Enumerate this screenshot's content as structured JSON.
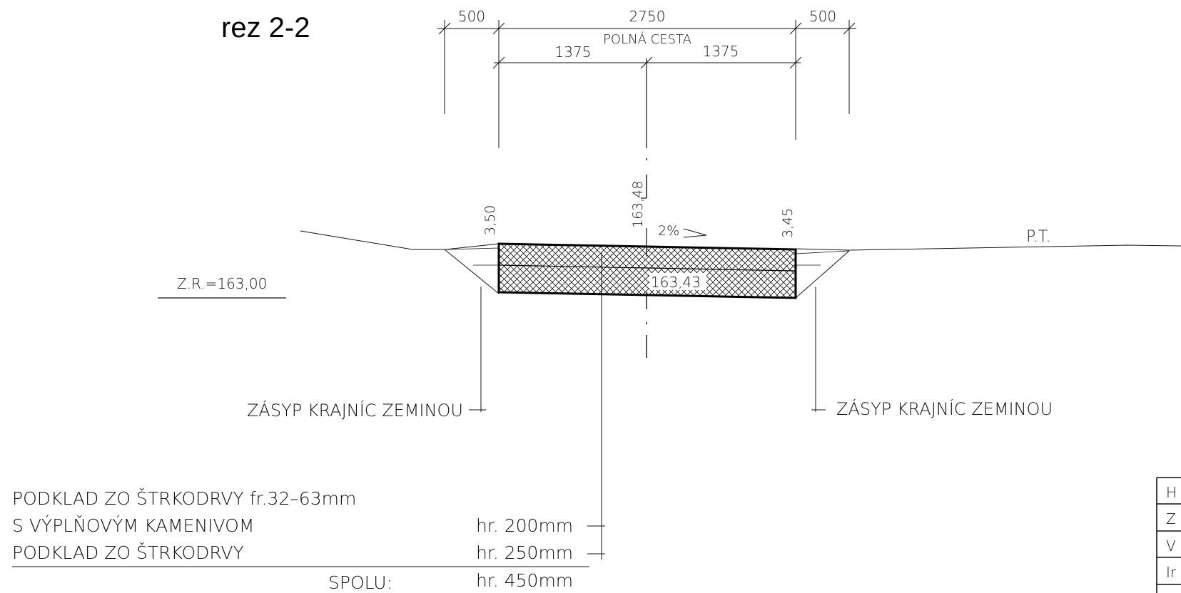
{
  "section_title": "rez 2-2",
  "dimensions": {
    "left_shoulder": "500",
    "total_width": "2750",
    "right_shoulder": "500",
    "half_left": "1375",
    "half_right": "1375",
    "road_name": "POLNÁ CESTA"
  },
  "levels": {
    "axis_top": "163,48",
    "axis_bottom": "163,43",
    "left_edge": "3,50",
    "right_edge": "3,45",
    "slope": "2%"
  },
  "terrain_label": "P.T.",
  "reference_level": "Z.R.=163,00",
  "backfill_left": "ZÁSYP KRAJNÍC ZEMINOU",
  "backfill_right": "ZÁSYP KRAJNÍC ZEMINOU",
  "layers": [
    {
      "line1": "PODKLAD ZO ŠTRKODRVY fr.32–63mm",
      "line2": "S VÝPLŇOVÝM KAMENIVOM",
      "thickness": "hr. 200mm"
    },
    {
      "line1": "PODKLAD ZO ŠTRKODRVY",
      "thickness": "hr. 250mm"
    }
  ],
  "total_label": "SPOLU:",
  "total_thickness": "hr. 450mm",
  "title_block_rows": [
    "H",
    "Z",
    "V",
    "Ir",
    ""
  ]
}
